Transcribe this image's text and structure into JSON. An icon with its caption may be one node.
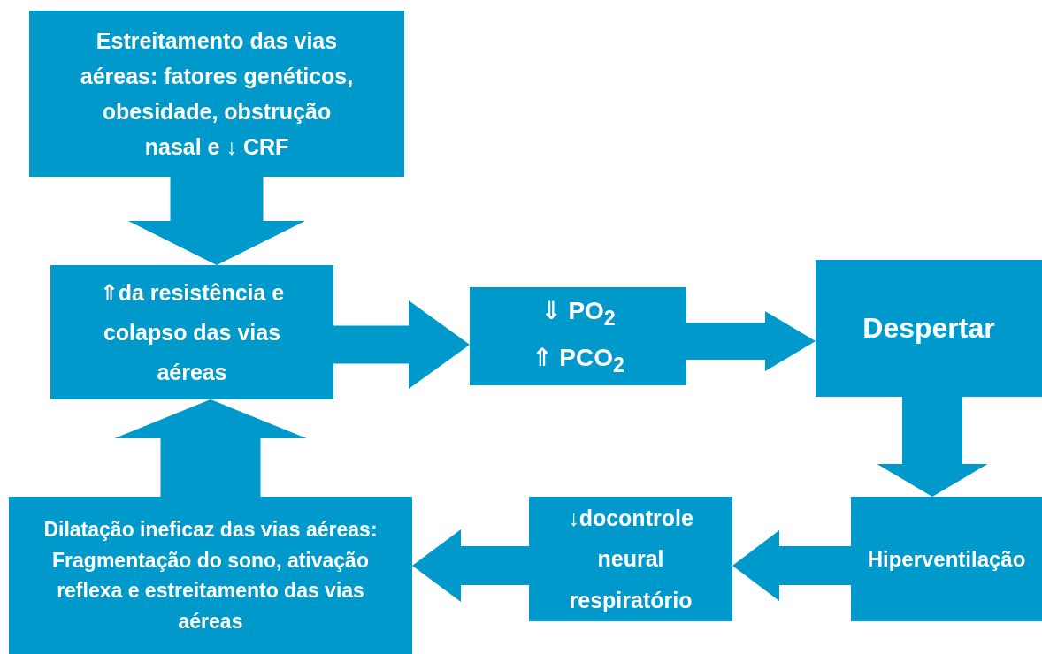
{
  "diagram": {
    "nodes": [
      {
        "text": [
          "Estreitamento das vias aéreas: fatores genéticos, obesidade, obstrução nasal e ↓ CRF"
        ]
      },
      {
        "text": [
          "⇑da resistência e colapso das vias aéreas"
        ]
      },
      {
        "text": [
          "⇓ PO$_{2}$",
          "⇑ PCO$_{2}$"
        ]
      },
      {
        "text": [
          "Despertar"
        ]
      },
      {
        "text": [
          "Hiperventilação"
        ]
      },
      {
        "text": [
          "↓docontrole neural respiratório"
        ]
      },
      {
        "text": [
          "Dilatação ineficaz das vias aéreas: Fragmentação do sono, ativação reflexa e estreitamento das vias aéreas"
        ]
      }
    ],
    "edges": [
      {
        "from": 0,
        "to": 1,
        "arrow": "to",
        "style": "thick"
      },
      {
        "from": 1,
        "to": 2,
        "arrow": "to",
        "style": "thick"
      },
      {
        "from": 2,
        "to": 3,
        "arrow": "to",
        "style": "thick"
      },
      {
        "from": 3,
        "to": 4,
        "arrow": "to",
        "style": "thick"
      },
      {
        "from": 4,
        "to": 5,
        "arrow": "to",
        "style": "thick"
      },
      {
        "from": 5,
        "to": 6,
        "arrow": "to",
        "style": "thick"
      },
      {
        "from": 6,
        "to": 1,
        "arrow": "to",
        "style": "thick"
      }
    ]
  }
}
